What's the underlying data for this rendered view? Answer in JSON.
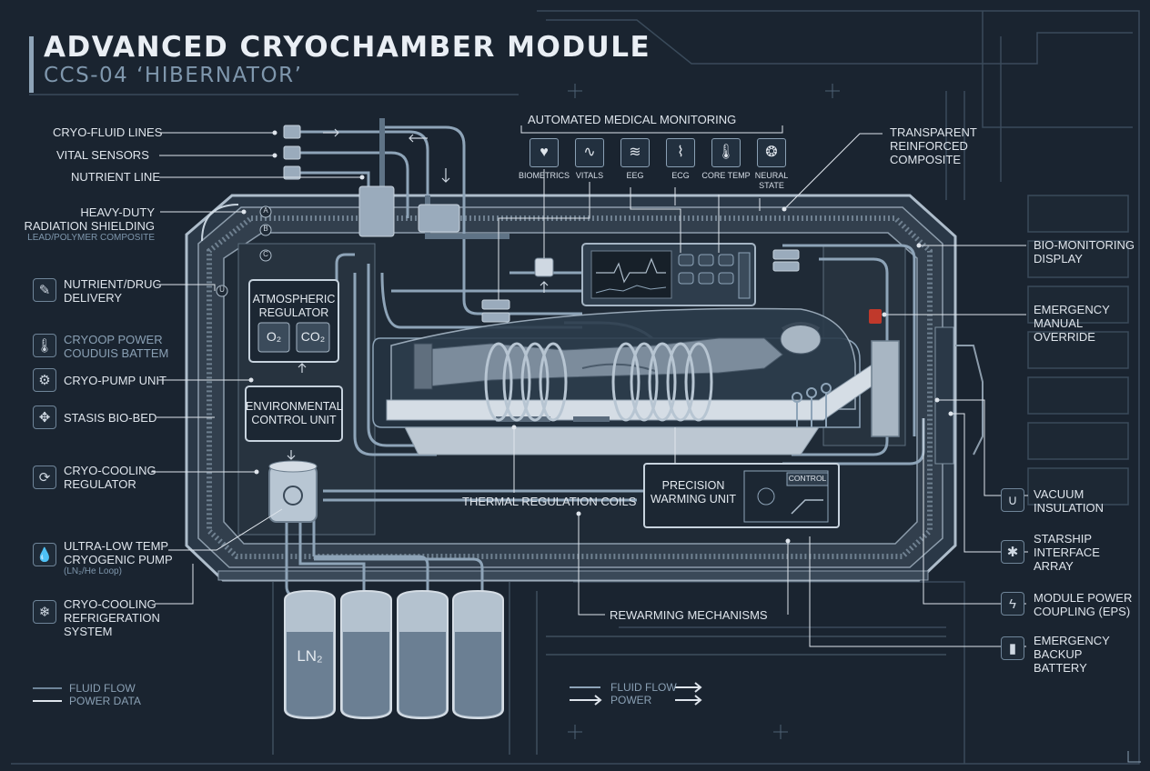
{
  "header": {
    "title": "ADVANCED CRYOCHAMBER MODULE",
    "subtitle": "CCS-04 ‘HIBERNATOR’"
  },
  "left_callouts": {
    "cryo_fluid_lines": "CRYO-FLUID LINES",
    "vital_sensors": "VITAL SENSORS",
    "nutrient_line": "NUTRIENT LINE",
    "shielding_line1": "HEAVY-DUTY",
    "shielding_line2": "RADIATION SHIELDING",
    "shielding_sub": "LEAD/POLYMER COMPOSITE",
    "nutrient_drug_line1": "NUTRIENT/DRUG",
    "nutrient_drug_line2": "DELIVERY",
    "cryoop_line1": "CRYOOP POWER",
    "cryoop_line2": "COUDUIS BATTEM",
    "cryo_pump_unit": "CRYO-PUMP UNIT",
    "stasis_bio_bed": "STASIS BIO-BED",
    "cooling_regulator_line1": "CRYO-COOLING",
    "cooling_regulator_line2": "REGULATOR",
    "pump_line1": "ULTRA-LOW TEMP",
    "pump_line2": "CRYOGENIC PUMP",
    "pump_sub": "(LN₂/He Loop)",
    "refrig_line1": "CRYO-COOLING",
    "refrig_line2": "REFRIGERATION",
    "refrig_line3": "SYSTEM"
  },
  "right_callouts": {
    "composite_line1": "TRANSPARENT",
    "composite_line2": "REINFORCED",
    "composite_line3": "COMPOSITE",
    "display_line1": "BIO-MONITORING",
    "display_line2": "DISPLAY",
    "override_line1": "EMERGENCY",
    "override_line2": "MANUAL",
    "override_line3": "OVERRIDE",
    "vacuum_line1": "VACUUM",
    "vacuum_line2": "INSULATION",
    "interface_line1": "STARSHIP",
    "interface_line2": "INTERFACE",
    "interface_line3": "ARRAY",
    "coupling_line1": "MODULE POWER",
    "coupling_line2": "COUPLING (EPS)",
    "battery_line1": "EMERGENCY",
    "battery_line2": "BACKUP",
    "battery_line3": "BATTERY"
  },
  "monitoring": {
    "title": "AUTOMATED MEDICAL MONITORING",
    "items": [
      {
        "label": "BIOMETRICS",
        "icon": "heart-pulse-icon"
      },
      {
        "label": "VITALS",
        "icon": "waveform-icon"
      },
      {
        "label": "EEG",
        "icon": "eeg-icon"
      },
      {
        "label": "ECG",
        "icon": "ecg-icon"
      },
      {
        "label": "CORE TEMP",
        "icon": "thermometer-icon"
      },
      {
        "label": "NEURAL STATE",
        "icon": "brain-icon"
      }
    ]
  },
  "internal": {
    "atmo_line1": "ATMOSPHERIC",
    "atmo_line2": "REGULATOR",
    "o2": "O₂",
    "co2": "CO₂",
    "env_line1": "ENVIRONMENTAL",
    "env_line2": "CONTROL UNIT",
    "coils": "THERMAL REGULATION COILS",
    "warm_line1": "PRECISION",
    "warm_line2": "WARMING UNIT",
    "control": "CONTROL",
    "rewarming": "REWARMING MECHANISMS",
    "tank": "LN₂",
    "tag_a": "A",
    "tag_b": "B",
    "tag_c": "C",
    "tag_u": "U"
  },
  "legends": {
    "left_fluid": "FLUID FLOW",
    "left_power": "POWER  DATA",
    "center_fluid": "FLUID FLOW",
    "center_power": "POWER"
  },
  "colors": {
    "background": "#1a2430",
    "pipe": "#8ea4b8",
    "accent_red": "#c0392b",
    "line": "#dfe5ec"
  }
}
